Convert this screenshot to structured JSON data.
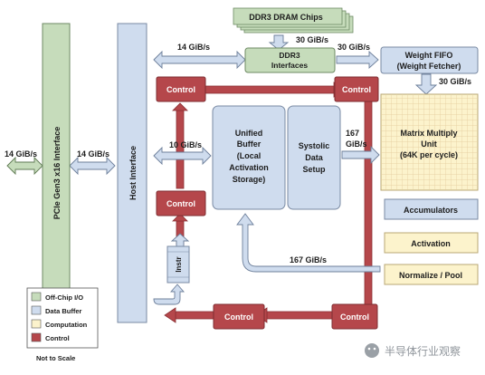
{
  "blocks": {
    "pcie": "PCIe Gen3 x16 Interface",
    "host_interface": "Host Interface",
    "ddr3_chips": "DDR3 DRAM Chips",
    "ddr3_interfaces_line1": "DDR3",
    "ddr3_interfaces_line2": "Interfaces",
    "weight_fifo_line1": "Weight FIFO",
    "weight_fifo_line2": "(Weight Fetcher)",
    "unified_buffer_lines": [
      "Unified",
      "Buffer",
      "(Local",
      "Activation",
      "Storage)"
    ],
    "systolic_lines": [
      "Systolic",
      "Data",
      "Setup"
    ],
    "mmu_lines": [
      "Matrix Multiply",
      "Unit",
      "(64K per cycle)"
    ],
    "accumulators": "Accumulators",
    "activation": "Activation",
    "normalize_pool": "Normalize / Pool",
    "control": "Control",
    "instr": "Instr"
  },
  "bandwidth_labels": {
    "pcie_ext": "14 GiB/s",
    "pcie_host": "14 GiB/s",
    "host_ddr": "14 GiB/s",
    "ddr_chips": "30 GiB/s",
    "ddr_fifo": "30 GiB/s",
    "fifo_mmu": "30 GiB/s",
    "host_ub": "10 GiB/s",
    "systolic_mmu_line1": "167",
    "systolic_mmu_line2": "GiB/s",
    "pool_ub": "167 GiB/s"
  },
  "legend": {
    "items": [
      {
        "label": "Off-Chip I/O",
        "color": "#c6dcbb"
      },
      {
        "label": "Data Buffer",
        "color": "#cfdcee"
      },
      {
        "label": "Computation",
        "color": "#fcf3cc"
      },
      {
        "label": "Control",
        "color": "#b5474b"
      }
    ],
    "note": "Not to Scale"
  },
  "watermark": "半导体行业观察",
  "colors": {
    "offchip_io": "#c6dcbb",
    "data_buffer": "#cfdcee",
    "computation": "#fcf3cc",
    "control": "#b5474b",
    "arrow": "#c8d3e2"
  }
}
